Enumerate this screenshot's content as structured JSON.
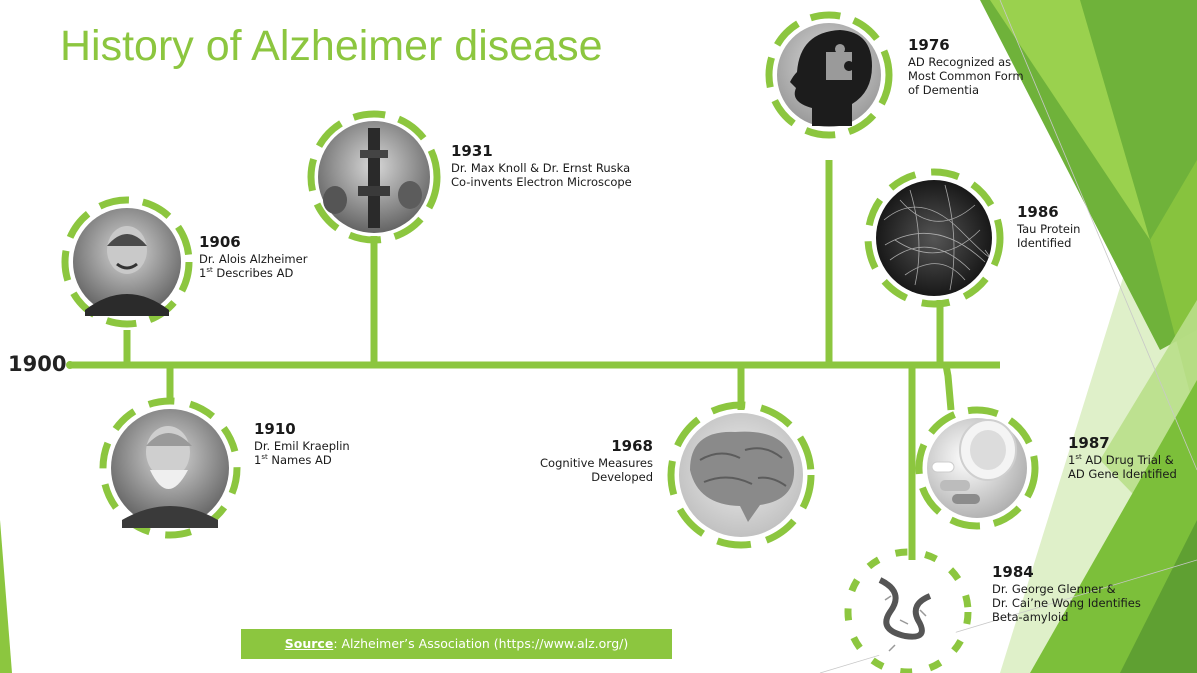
{
  "slide": {
    "title": "History of Alzheimer disease",
    "start_year": "1900"
  },
  "events": {
    "e1906": {
      "year": "1906",
      "line1": "Dr. Alois Alzheimer",
      "line2_pre": "1",
      "line2_sup": "st",
      "line2_post": " Describes AD"
    },
    "e1910": {
      "year": "1910",
      "line1": "Dr. Emil Kraeplin",
      "line2_pre": "1",
      "line2_sup": "st",
      "line2_post": " Names AD"
    },
    "e1931": {
      "year": "1931",
      "line1": "Dr. Max Knoll & Dr. Ernst Ruska",
      "line2": "Co-invents Electron Microscope"
    },
    "e1968": {
      "year": "1968",
      "line1": "Cognitive Measures",
      "line2": "Developed"
    },
    "e1976": {
      "year": "1976",
      "line1": "AD Recognized as",
      "line2": "Most Common Form",
      "line3": "of Dementia"
    },
    "e1984": {
      "year": "1984",
      "line1": "Dr. George Glenner &",
      "line2": "Dr. Cai’ne Wong Identifies",
      "line3": "Beta-amyloid"
    },
    "e1986": {
      "year": "1986",
      "line1": "Tau Protein",
      "line2": "Identified"
    },
    "e1987": {
      "year": "1987",
      "line1_pre": "1",
      "line1_sup": "st",
      "line1_post": " AD Drug Trial &",
      "line2": "AD Gene Identified"
    }
  },
  "images": {
    "alzheimer": "portrait-alois-alzheimer",
    "kraeplin": "portrait-emil-kraeplin",
    "microscope": "electron-microscope-photo",
    "brain": "brain-illustration",
    "head": "head-puzzle-silhouette",
    "beta": "beta-amyloid-molecule",
    "tau": "tau-protein-fibers",
    "pills": "pill-bottle-photo"
  },
  "source": {
    "label": "Source",
    "separator": ":",
    "text": " Alzheimer’s Association (https://www.alz.org/)"
  },
  "colors": {
    "accent": "#8cc63f",
    "dark_green": "#5fa032",
    "text": "#1a1a1a"
  }
}
